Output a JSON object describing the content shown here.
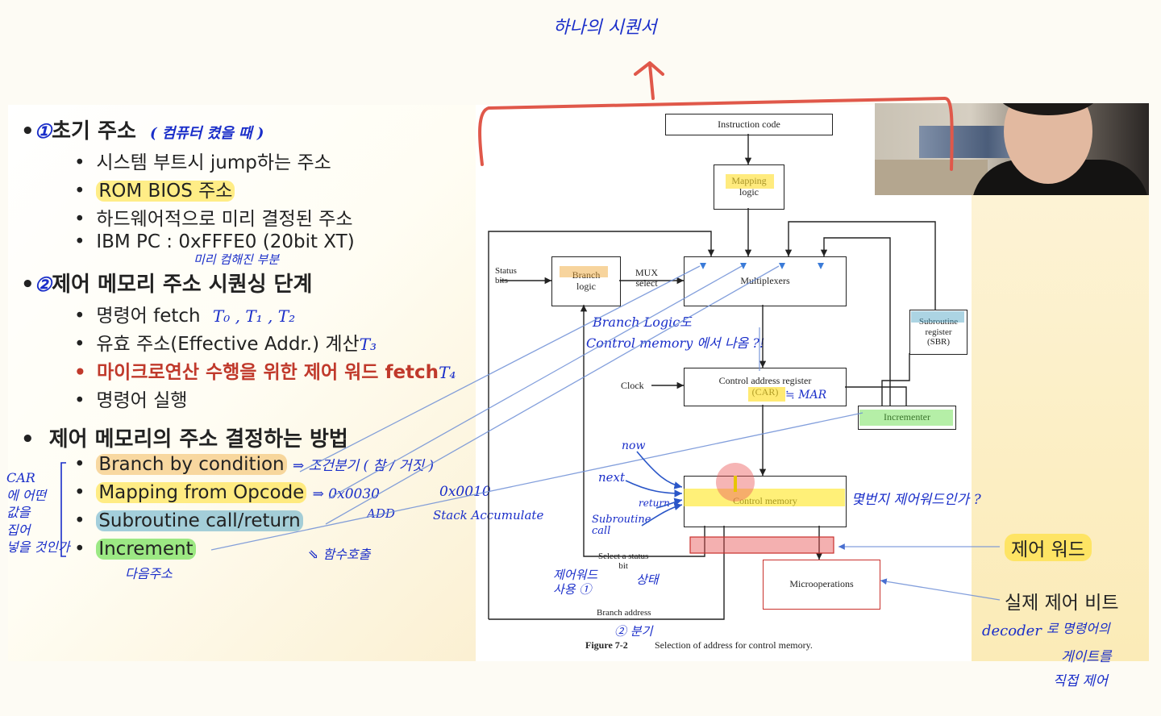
{
  "slide": {
    "h1_prefix": "•",
    "h1": "초기 주소",
    "h1_items": [
      "시스템 부트시 jump하는 주소",
      "ROM BIOS 주소",
      "하드웨어적으로 미리 결정된 주소",
      "IBM PC : 0xFFFE0 (20bit XT)"
    ],
    "h2_prefix": "•",
    "h2": "제어 메모리 주소 시퀀싱 단계",
    "h2_items": [
      "명령어 fetch",
      "유효 주소(Effective Addr.) 계산",
      "마이크로연산 수행을 위한 제어 워드 fetch",
      "명령어 실행"
    ],
    "h3_prefix": "•",
    "h3": "제어 메모리의 주소 결정하는 방법",
    "h3_items": [
      "Branch by condition",
      "Mapping from Opcode",
      "Subroutine call/return",
      "Increment"
    ],
    "bullet": "•",
    "right_label_1": "제어 워드",
    "right_label_2": "실제 제어 비트"
  },
  "diagram": {
    "instruction_code": "Instruction code",
    "mapping_logic": "Mapping\nlogic",
    "branch_logic": "Branch\nlogic",
    "multiplexers": "Multiplexers",
    "mux_select": "MUX\nselect",
    "status_bits": "Status\nbits",
    "subroutine_register": "Subroutine\nregister\n(SBR)",
    "car": "Control address register\n(CAR)",
    "clock": "Clock",
    "incrementer": "Incrementer",
    "control_memory": "Control memory",
    "microoperations": "Microoperations",
    "select_status_bit": "Select a status\nbit",
    "branch_address": "Branch address",
    "caption_figure": "Figure 7-2",
    "caption_text": "Selection of address for control memory."
  },
  "annotations": {
    "top_title": "하나의 시퀀서",
    "h1_note_num": "①",
    "h1_note": "( 컴퓨터 켰을 때 )",
    "h2_note_num": "②",
    "h2_note_top": "미리 컴해진 부분",
    "t012": "T₀ , T₁ , T₂",
    "t3": "T₃",
    "t4": "T₄",
    "car_note": "CAR\n에 어떤\n값을\n집어\n넣을 것인가",
    "branch_note": "⇒ 조건분기 ( 참 / 거짓 )",
    "mapping_note": "⇒ 0x0030",
    "mapping_add": "ADD",
    "mapping_val": "0x0010",
    "mapping_sta": "Stack Accumulate",
    "subroutine_note": "⇘ 함수호출",
    "increment_note": "다음주소",
    "diagram_q1": "Branch Logic도",
    "diagram_q2": "Control memory 에서 나옴 ?!",
    "car_mar": "≒ MAR",
    "now": "now",
    "next": "next",
    "return": "return",
    "subroutine_call": "Subroutine\ncall",
    "cm_question": "몇번지 제어워드인가 ?",
    "control_word_use": "제어워드\n사용 ①",
    "status": "상태",
    "branch_2": "② 분기",
    "decoder": "decoder",
    "decoder_note1": "로  명령어의",
    "decoder_note2": "게이트를",
    "decoder_note3": "직접 제어"
  },
  "colors": {
    "ink_blue": "#1a2ec9",
    "ink_red": "#e0584a",
    "highlight_yellow": "#ffde28",
    "highlight_green": "#5adc3c",
    "highlight_blue": "#5aaac8"
  }
}
